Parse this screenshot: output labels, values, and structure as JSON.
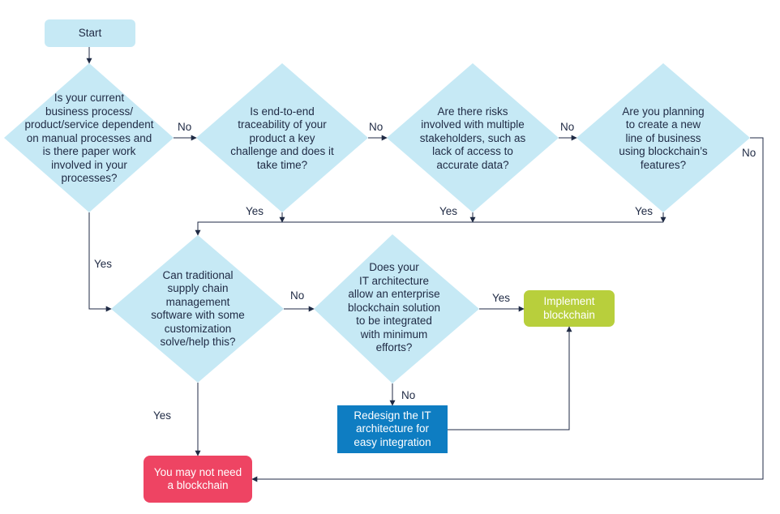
{
  "colors": {
    "decision": "#c6e9f5",
    "start": "#c6e9f5",
    "implement": "#b8cf3c",
    "redesign": "#0e7dc2",
    "no_need": "#ee4463",
    "line": "#1f2a44"
  },
  "nodes": {
    "start": "Start",
    "q1": "Is your current\nbusiness process/\nproduct/service dependent\non manual processes and\nis there paper work\ninvolved in your\nprocesses?",
    "q2": "Is end-to-end\ntraceability of your\nproduct a key\nchallenge and does it\ntake time?",
    "q3": "Are there risks\ninvolved with multiple\nstakeholders, such as\nlack of access to\naccurate data?",
    "q4": "Are you planning\nto create a new\nline of business\nusing blockchain’s\nfeatures?",
    "q5": "Can traditional\nsupply chain\nmanagement\nsoftware with some\ncustomization\nsolve/help this?",
    "q6": "Does your\nIT architecture\nallow an enterprise\nblockchain solution\nto be integrated\nwith minimum\nefforts?",
    "implement": "Implement\nblockchain",
    "redesign": "Redesign the IT\narchitecture for\neasy integration",
    "no_need": "You may not need\na blockchain"
  },
  "edge_labels": {
    "q1_no": "No",
    "q2_no": "No",
    "q3_no": "No",
    "q4_no": "No",
    "q1_yes": "Yes",
    "q2_yes": "Yes",
    "q3_yes": "Yes",
    "q4_yes": "Yes",
    "q5_no": "No",
    "q5_yes": "Yes",
    "q6_yes": "Yes",
    "q6_no": "No"
  }
}
